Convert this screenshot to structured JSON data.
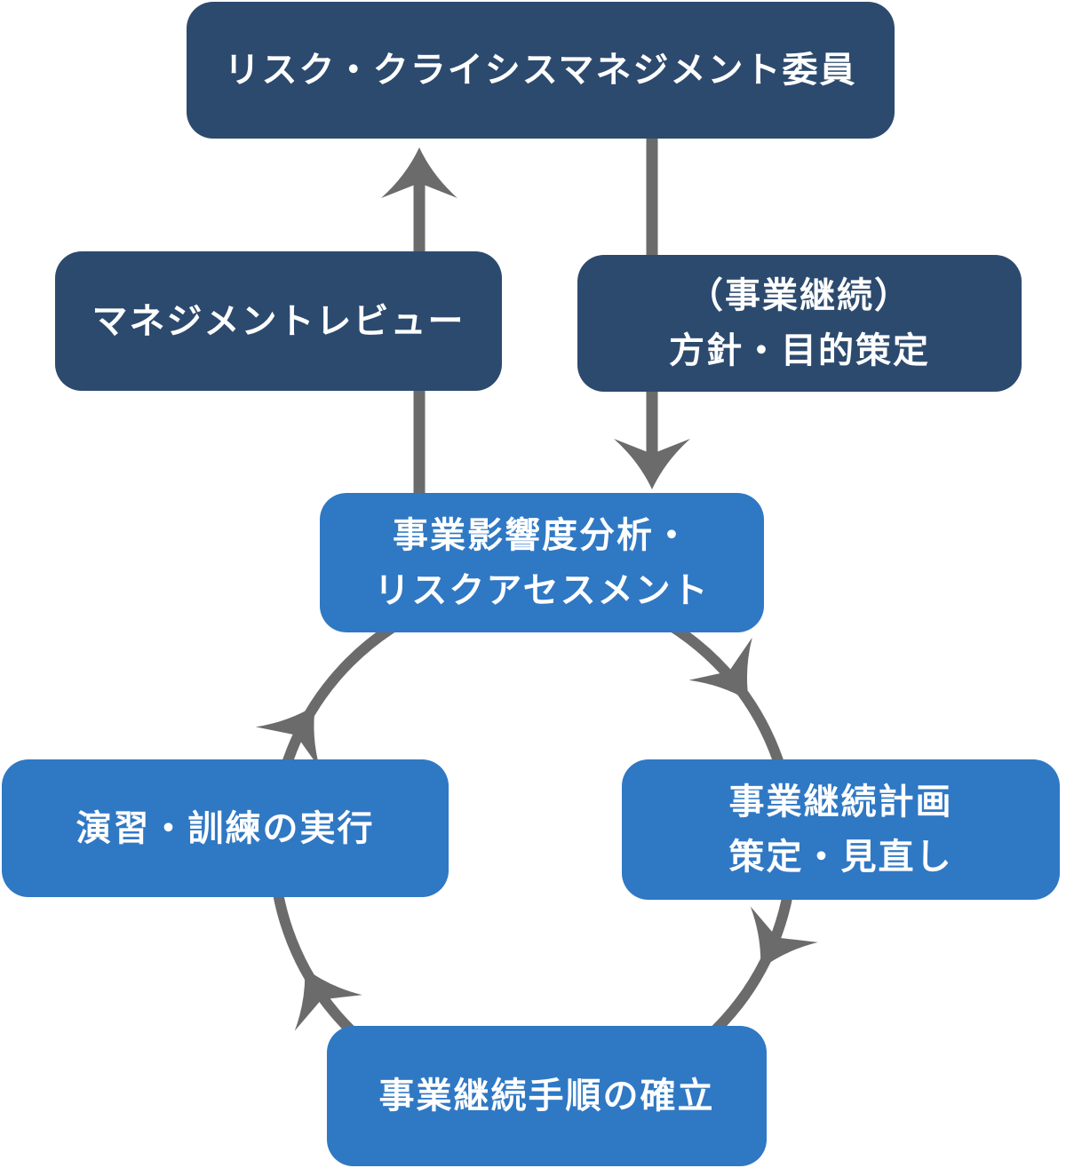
{
  "diagram": {
    "type": "cycle-flowchart",
    "language": "ja",
    "colors": {
      "navy_box": "#2C4A6E",
      "blue_box": "#2F78C4",
      "arrow_gray": "#6B6B6B",
      "text": "#FFFFFF",
      "background": "#FFFFFF"
    },
    "nodes": [
      {
        "id": "committee",
        "style": "navy",
        "lines": [
          "リスク・クライシスマネジメント委員"
        ]
      },
      {
        "id": "management-review",
        "style": "navy",
        "lines": [
          "マネジメントレビュー"
        ]
      },
      {
        "id": "policy-objectives",
        "style": "navy",
        "lines": [
          "（事業継続）",
          "方針・目的策定"
        ]
      },
      {
        "id": "bia-risk-assessment",
        "style": "blue",
        "lines": [
          "事業影響度分析・",
          "リスクアセスメント"
        ]
      },
      {
        "id": "training-execution",
        "style": "blue",
        "lines": [
          "演習・訓練の実行"
        ]
      },
      {
        "id": "bcp-formulation",
        "style": "blue",
        "lines": [
          "事業継続計画",
          "策定・見直し"
        ]
      },
      {
        "id": "procedures-establish",
        "style": "blue",
        "lines": [
          "事業継続手順の確立"
        ]
      }
    ],
    "arrows": [
      {
        "id": "down-flow",
        "direction": "down",
        "from": "リスク・クライシスマネジメント委員",
        "through": "（事業継続）方針・目的策定",
        "to": "事業影響度分析・リスクアセスメント"
      },
      {
        "id": "up-flow",
        "direction": "up",
        "from": "事業影響度分析・リスクアセスメント",
        "through": "マネジメントレビュー",
        "to": "リスク・クライシスマネジメント委員"
      },
      {
        "id": "pdca-cycle",
        "direction": "clockwise",
        "sequence": [
          "事業影響度分析・リスクアセスメント",
          "事業継続計画策定・見直し",
          "事業継続手順の確立",
          "演習・訓練の実行",
          "事業影響度分析・リスクアセスメント"
        ]
      }
    ]
  }
}
